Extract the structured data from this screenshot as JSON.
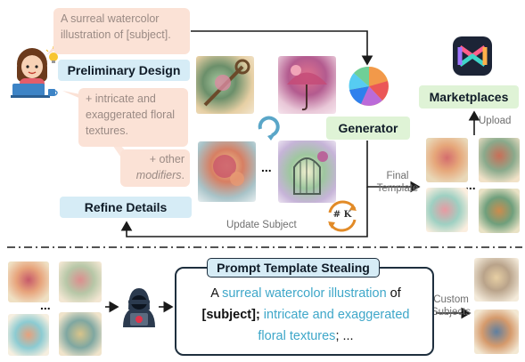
{
  "speech": {
    "first": "A surreal watercolor illustration of [subject].",
    "second": "+ intricate and exaggerated floral textures.",
    "third_plus": "+ other",
    "third_mod": "modifiers",
    "third_end": "."
  },
  "labels": {
    "preliminary": "Preliminary Design",
    "refine": "Refine Details",
    "generator": "Generator",
    "marketplaces": "Marketplaces",
    "upload": "Upload",
    "final_template": "Final\nTemplate",
    "update_subject": "Update Subject",
    "custom_subjects": "Custom\nSubjects",
    "ellipsis": "..."
  },
  "steal": {
    "title": "Prompt Template Stealing",
    "prompt_a": "A ",
    "prompt_b": "surreal watercolor illustration",
    "prompt_c": " of",
    "prompt_d": "[subject];",
    "prompt_e": " intricate and exaggerated",
    "prompt_f": "floral textures",
    "prompt_g": "; ..."
  },
  "icons": {
    "seed_badge": "# K"
  },
  "colors": {
    "blue_label": "#d6ecf6",
    "green_label": "#dff3d6",
    "speech_bg": "#fbe2d6",
    "prompt_highlight": "#3ea7c9",
    "arrow": "#1a1a1a"
  }
}
